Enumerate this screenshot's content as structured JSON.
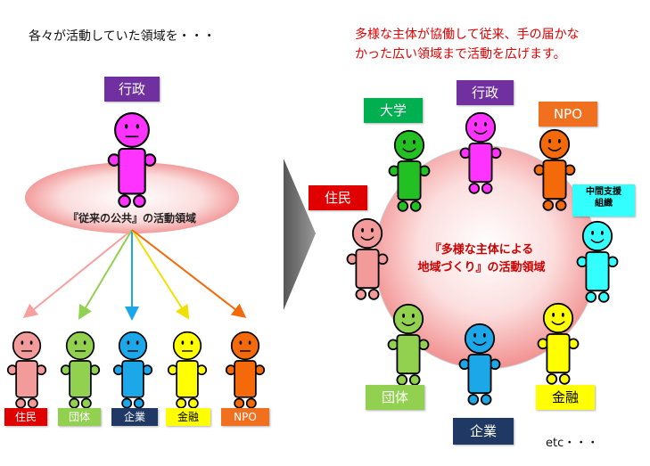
{
  "left": {
    "caption": "各々が活動していた領域を・・・",
    "ellipse_text": "『従来の公共』の活動領域",
    "top_label": "行政",
    "bottom_labels": [
      "住民",
      "団体",
      "企業",
      "金融",
      "NPO"
    ]
  },
  "right": {
    "caption_line1": "多様な主体が協働して従来、手の届かな",
    "caption_line2": "かった広い領域まで活動を広げます。",
    "circle_text_line1": "『多様な主体による",
    "circle_text_line2": "地域づくり』の活動領域",
    "labels": {
      "daigaku": "大学",
      "gyosei": "行政",
      "npo": "NPO",
      "chukan_line1": "中間支援",
      "chukan_line2": "組織",
      "jumin": "住民",
      "dantai": "団体",
      "kigyo": "企業",
      "kinyu": "金融"
    },
    "etc": "etc・・・"
  },
  "colors": {
    "gyosei": "#7030a0",
    "jumin": "#e00000",
    "dantai": "#92d050",
    "kigyo": "#1f3864",
    "kinyu": "#ffff00",
    "npo": "#f07020",
    "daigaku": "#00b050",
    "chukan": "#33ffff",
    "figure_magenta": "#ff33ff",
    "figure_pink": "#f39b9b",
    "figure_green": "#92d050",
    "figure_blue": "#1ba7e8",
    "figure_yellow": "#ffff00",
    "figure_orange": "#f46a0a",
    "figure_darkgreen": "#22c022",
    "figure_cyan": "#33ffff"
  }
}
